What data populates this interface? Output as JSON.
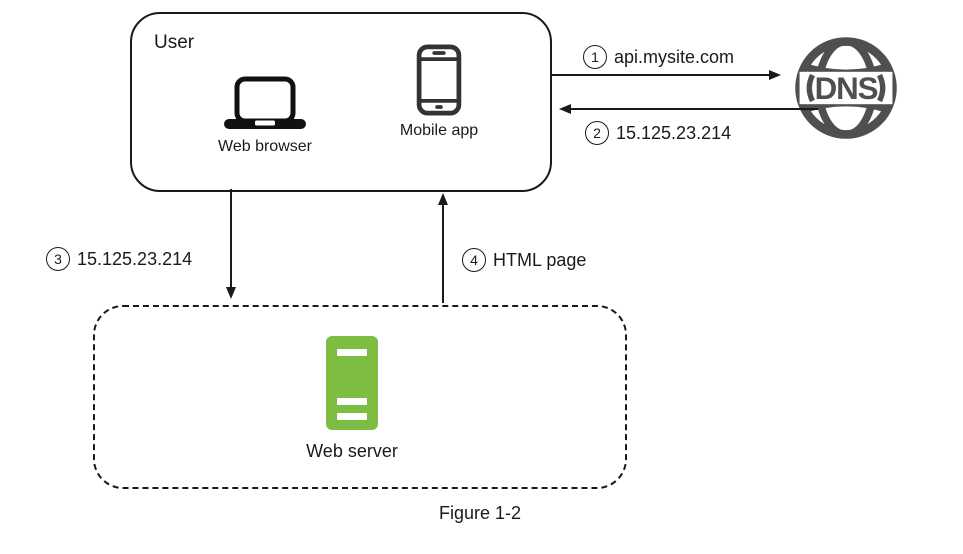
{
  "diagram": {
    "user_box": {
      "title": "User",
      "devices": [
        {
          "icon": "laptop-icon",
          "label": "Web browser"
        },
        {
          "icon": "smartphone-icon",
          "label": "Mobile app"
        }
      ]
    },
    "dns": {
      "label": "DNS"
    },
    "arrows": [
      {
        "step": "1",
        "label": "api.mysite.com",
        "direction": "right",
        "from": "user-box",
        "to": "dns"
      },
      {
        "step": "2",
        "label": "15.125.23.214",
        "direction": "left",
        "from": "dns",
        "to": "user-box"
      },
      {
        "step": "3",
        "label": "15.125.23.214",
        "direction": "down",
        "from": "user-box",
        "to": "web-server-box"
      },
      {
        "step": "4",
        "label": "HTML page",
        "direction": "up",
        "from": "web-server-box",
        "to": "user-box"
      }
    ],
    "server_box": {
      "icon": "server-icon",
      "label": "Web server"
    },
    "caption": "Figure 1-2",
    "colors": {
      "server_green": "#7dbe42",
      "dns_gray": "#4f4f4f",
      "line_black": "#1a1a1a",
      "background": "#ffffff"
    }
  }
}
